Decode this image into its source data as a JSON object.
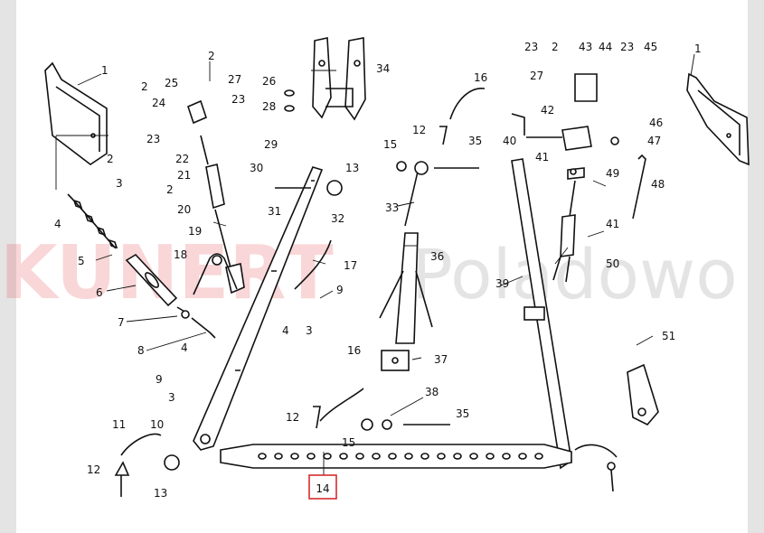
{
  "watermark": {
    "brand": "KUNERT",
    "suffix": "Poladowo",
    "brand_color": "#e8474c",
    "suffix_color": "#8a8a8a"
  },
  "highlight": {
    "part_number": "14",
    "color": "#d62d2d"
  },
  "part_labels": [
    {
      "id": "p1a",
      "text": "1"
    },
    {
      "id": "p1b",
      "text": "1"
    },
    {
      "id": "p2a",
      "text": "2"
    },
    {
      "id": "p2b",
      "text": "2"
    },
    {
      "id": "p2c",
      "text": "2"
    },
    {
      "id": "p2d",
      "text": "2"
    },
    {
      "id": "p2e",
      "text": "2"
    },
    {
      "id": "p3a",
      "text": "3"
    },
    {
      "id": "p3b",
      "text": "3"
    },
    {
      "id": "p3c",
      "text": "3"
    },
    {
      "id": "p4a",
      "text": "4"
    },
    {
      "id": "p4b",
      "text": "4"
    },
    {
      "id": "p4c",
      "text": "4"
    },
    {
      "id": "p5",
      "text": "5"
    },
    {
      "id": "p6",
      "text": "6"
    },
    {
      "id": "p7",
      "text": "7"
    },
    {
      "id": "p8",
      "text": "8"
    },
    {
      "id": "p9a",
      "text": "9"
    },
    {
      "id": "p9b",
      "text": "9"
    },
    {
      "id": "p10",
      "text": "10"
    },
    {
      "id": "p11",
      "text": "11"
    },
    {
      "id": "p12a",
      "text": "12"
    },
    {
      "id": "p12b",
      "text": "12"
    },
    {
      "id": "p12c",
      "text": "12"
    },
    {
      "id": "p13a",
      "text": "13"
    },
    {
      "id": "p13b",
      "text": "13"
    },
    {
      "id": "p15a",
      "text": "15"
    },
    {
      "id": "p15b",
      "text": "15"
    },
    {
      "id": "p16a",
      "text": "16"
    },
    {
      "id": "p16b",
      "text": "16"
    },
    {
      "id": "p17",
      "text": "17"
    },
    {
      "id": "p18",
      "text": "18"
    },
    {
      "id": "p19",
      "text": "19"
    },
    {
      "id": "p20",
      "text": "20"
    },
    {
      "id": "p21",
      "text": "21"
    },
    {
      "id": "p22",
      "text": "22"
    },
    {
      "id": "p23a",
      "text": "23"
    },
    {
      "id": "p23b",
      "text": "23"
    },
    {
      "id": "p23c",
      "text": "23"
    },
    {
      "id": "p23d",
      "text": "23"
    },
    {
      "id": "p24",
      "text": "24"
    },
    {
      "id": "p25",
      "text": "25"
    },
    {
      "id": "p26",
      "text": "26"
    },
    {
      "id": "p27a",
      "text": "27"
    },
    {
      "id": "p27b",
      "text": "27"
    },
    {
      "id": "p28",
      "text": "28"
    },
    {
      "id": "p29",
      "text": "29"
    },
    {
      "id": "p30",
      "text": "30"
    },
    {
      "id": "p31",
      "text": "31"
    },
    {
      "id": "p32",
      "text": "32"
    },
    {
      "id": "p33",
      "text": "33"
    },
    {
      "id": "p34",
      "text": "34"
    },
    {
      "id": "p35a",
      "text": "35"
    },
    {
      "id": "p35b",
      "text": "35"
    },
    {
      "id": "p36",
      "text": "36"
    },
    {
      "id": "p37",
      "text": "37"
    },
    {
      "id": "p38",
      "text": "38"
    },
    {
      "id": "p39",
      "text": "39"
    },
    {
      "id": "p40",
      "text": "40"
    },
    {
      "id": "p41a",
      "text": "41"
    },
    {
      "id": "p41b",
      "text": "41"
    },
    {
      "id": "p42",
      "text": "42"
    },
    {
      "id": "p43",
      "text": "43"
    },
    {
      "id": "p44",
      "text": "44"
    },
    {
      "id": "p45",
      "text": "45"
    },
    {
      "id": "p46",
      "text": "46"
    },
    {
      "id": "p47",
      "text": "47"
    },
    {
      "id": "p48",
      "text": "48"
    },
    {
      "id": "p49",
      "text": "49"
    },
    {
      "id": "p50",
      "text": "50"
    },
    {
      "id": "p51",
      "text": "51"
    }
  ]
}
